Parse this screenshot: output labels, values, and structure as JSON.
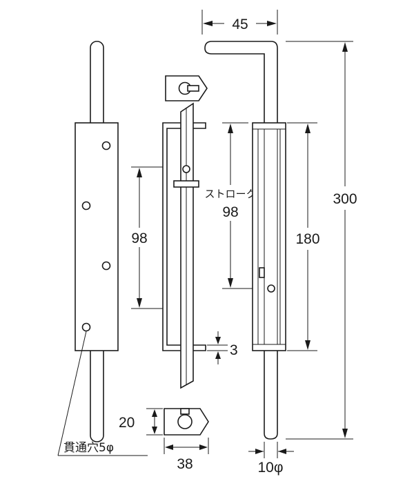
{
  "dimensions": {
    "bolt_width": "45",
    "total_length": "300",
    "body_length": "180",
    "hole_spacing": "98",
    "stroke_label": "ストローク",
    "stroke_value": "98",
    "gap": "3",
    "plate_height": "20",
    "plate_width": "38",
    "rod_diameter": "10φ"
  },
  "notes": {
    "through_hole": "貫通穴5φ"
  }
}
